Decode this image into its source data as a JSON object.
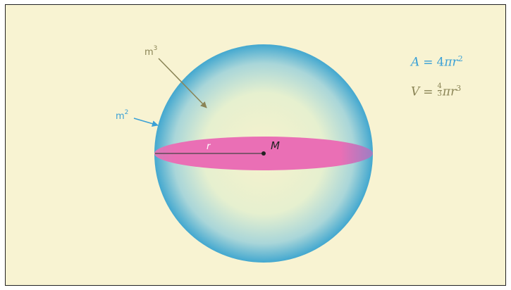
{
  "diagram": {
    "labels": {
      "volume_unit_base": "m",
      "volume_unit_exp": "3",
      "area_unit_base": "m",
      "area_unit_exp": "2",
      "radius": "r",
      "center": "M"
    },
    "formulas": {
      "area": {
        "lhs": "A",
        "eq": "=",
        "coef": "4",
        "pi": "π",
        "var": "r",
        "exp": "2"
      },
      "volume": {
        "lhs": "V",
        "eq": "=",
        "frac_num": "4",
        "frac_den": "3",
        "pi": "π",
        "var": "r",
        "exp": "3"
      }
    },
    "colors": {
      "background": "#f8f3d2",
      "sphere_edge": "#3fa6cf",
      "sphere_center": "#f6f1cc",
      "disc": "#ea6fb5",
      "volume_label": "#8a8456",
      "area_label": "#3aa0d6",
      "radius_line": "#444444"
    }
  }
}
